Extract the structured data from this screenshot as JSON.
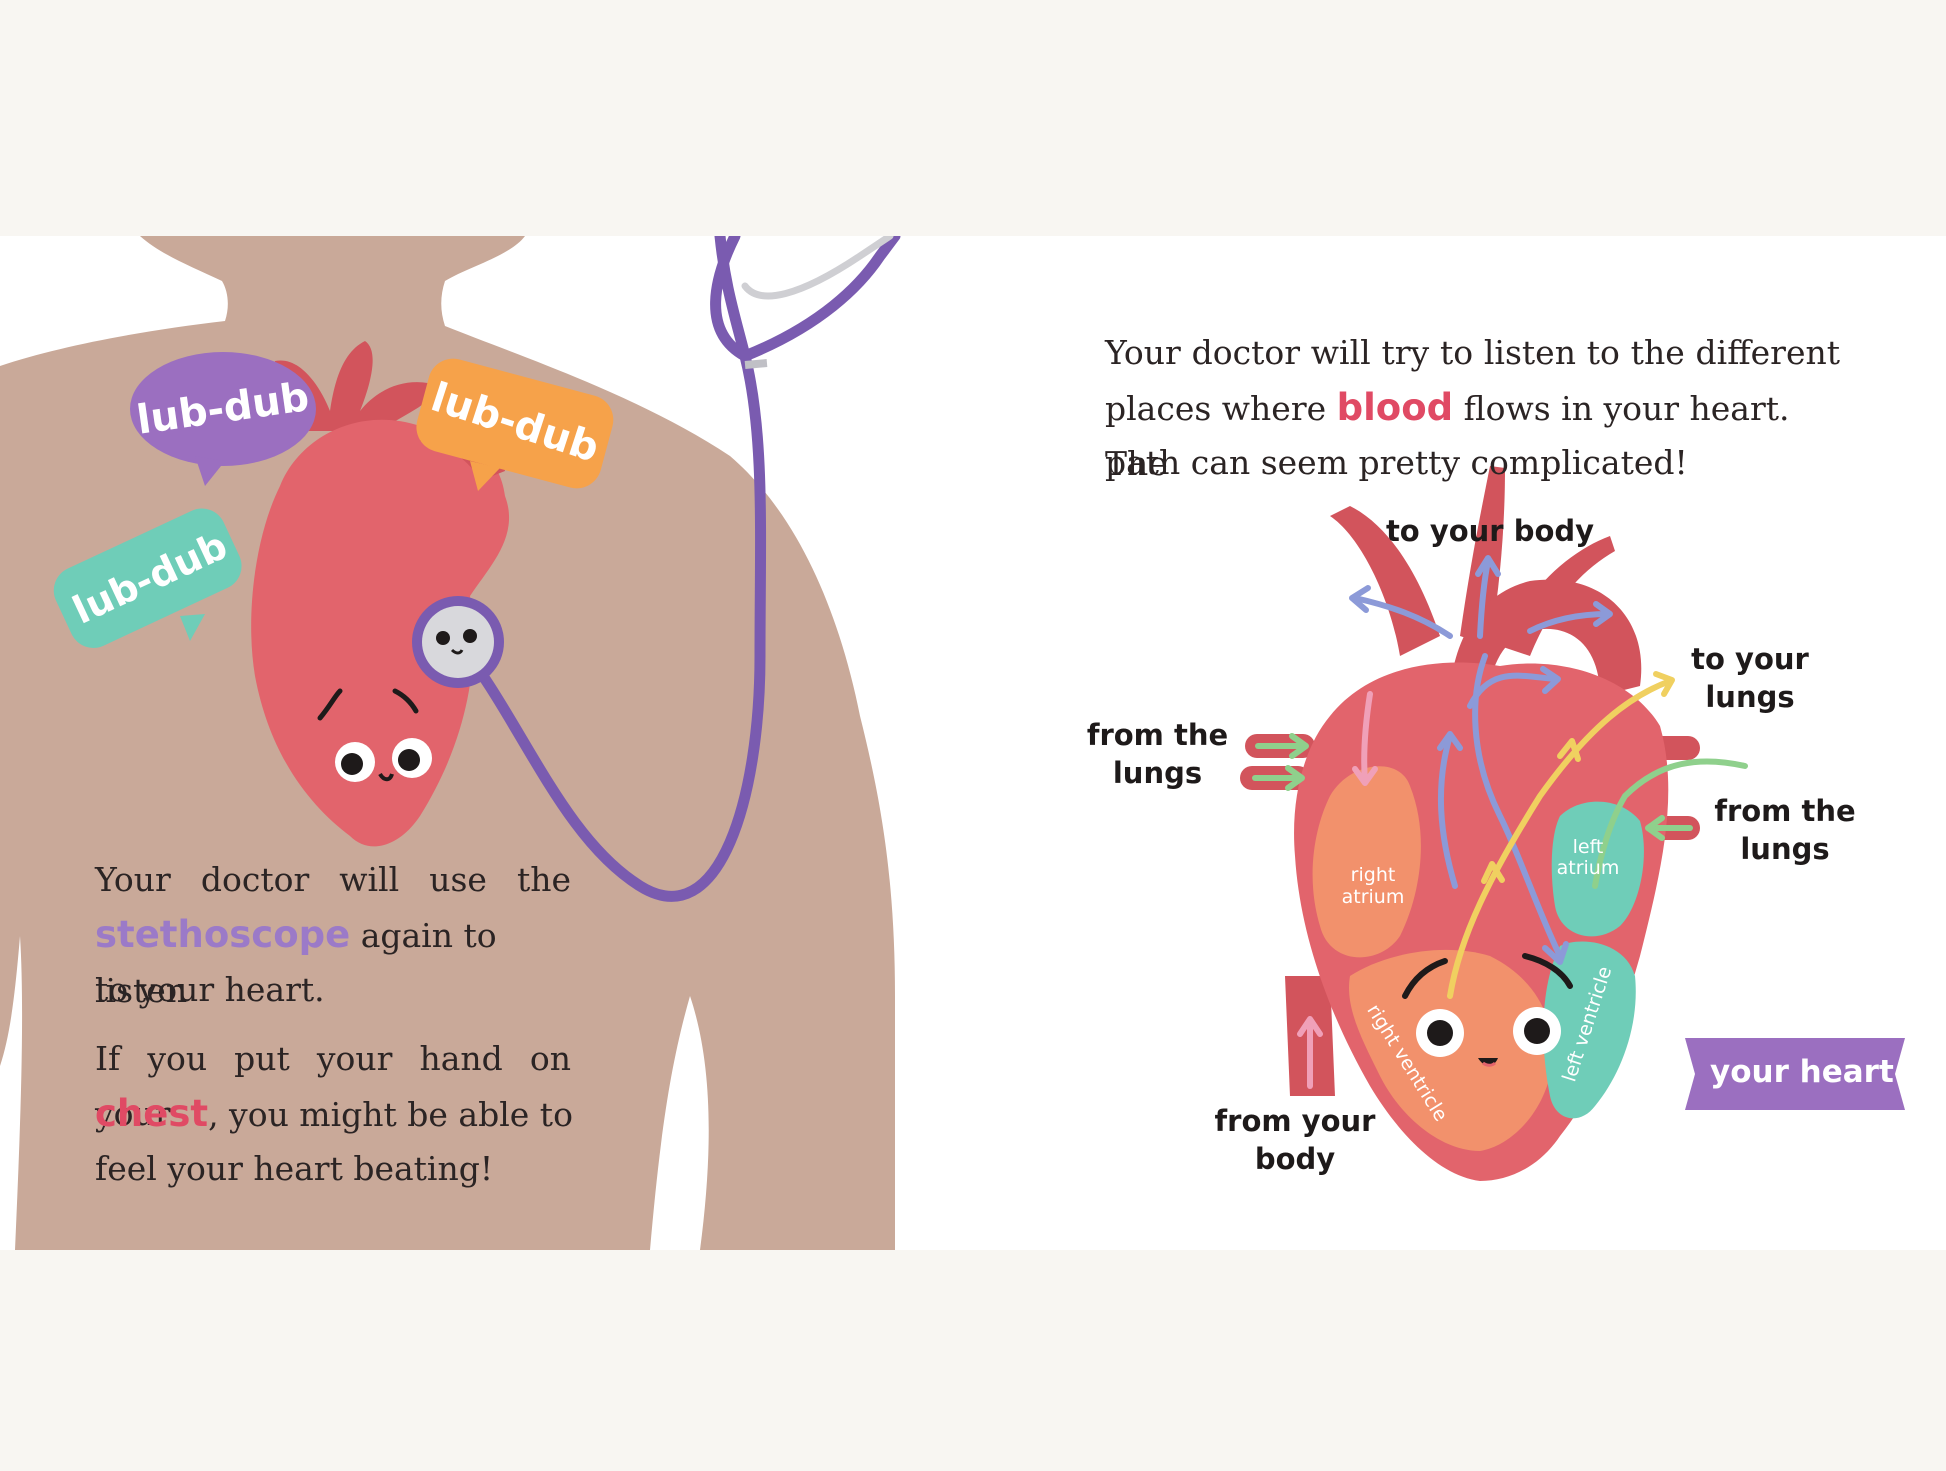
{
  "left_page": {
    "bubbles": [
      {
        "text": "lub-dub",
        "color": "#9b6fc0"
      },
      {
        "text": "lub-dub",
        "color": "#f6a24a"
      },
      {
        "text": "lub-dub",
        "color": "#6fcdb8"
      }
    ],
    "paragraph1": {
      "line1": "Your doctor will use the",
      "highlight": "stethoscope",
      "line2_rest": " again to listen",
      "line3": "to your heart."
    },
    "paragraph2": {
      "line1": "If you put your hand on your",
      "highlight": "chest",
      "line2_rest": ", you might be able to",
      "line3": "feel your heart beating!"
    }
  },
  "right_page": {
    "intro": {
      "line1": "Your doctor will try to listen to the different",
      "line2_start": "places where ",
      "highlight": "blood",
      "line2_end": " flows in your heart. The",
      "line3": "path can seem pretty complicated!"
    },
    "diagram_labels": {
      "to_your_body": "to your body",
      "to_your_lungs": "to your\nlungs",
      "from_the_lungs_left": "from the\nlungs",
      "from_the_lungs_right": "from the\nlungs",
      "from_your_body": "from your\nbody"
    },
    "chambers": {
      "right_atrium": [
        "right",
        "atrium"
      ],
      "left_atrium": [
        "left",
        "atrium"
      ],
      "right_ventricle": "right ventricle",
      "left_ventricle": "left ventricle"
    },
    "ribbon": {
      "text": "your heart",
      "color": "#9b6fc0"
    }
  },
  "colors": {
    "body": "#c9a999",
    "heart": "#e2646c",
    "heart_dark": "#d2545c",
    "stethoscope": "#7a5bb0",
    "right_side": "#f2916c",
    "left_side": "#6fcdb8",
    "arrow_blue": "#8c9ad8",
    "arrow_yellow": "#f0d060",
    "arrow_green": "#8fd08c",
    "arrow_pink": "#f0a0b8"
  }
}
